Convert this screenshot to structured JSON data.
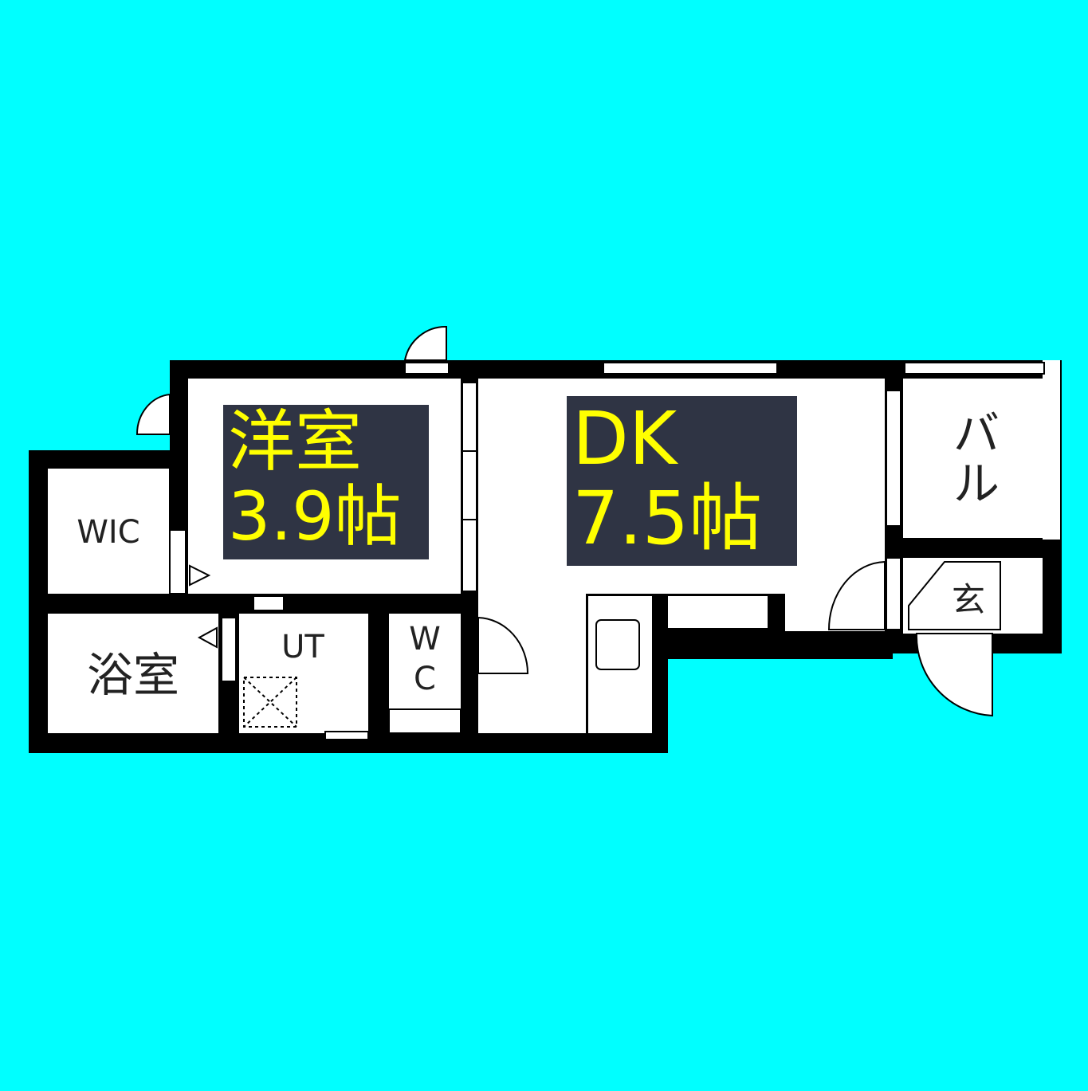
{
  "rooms": {
    "western_room": {
      "name": "洋室",
      "size": "3.9帖"
    },
    "dk": {
      "name": "DK",
      "size": "7.5帖"
    },
    "wic": "WIC",
    "bath": "浴室",
    "ut": "UT",
    "wc_line1": "W",
    "wc_line2": "C",
    "balcony_line1": "バ",
    "balcony_line2": "ル",
    "entrance": "玄"
  },
  "colors": {
    "background": "#00ffff",
    "wall": "#000000",
    "floor": "#ffffff",
    "label_bg": "#2f3444",
    "label_text": "#ffff00"
  }
}
